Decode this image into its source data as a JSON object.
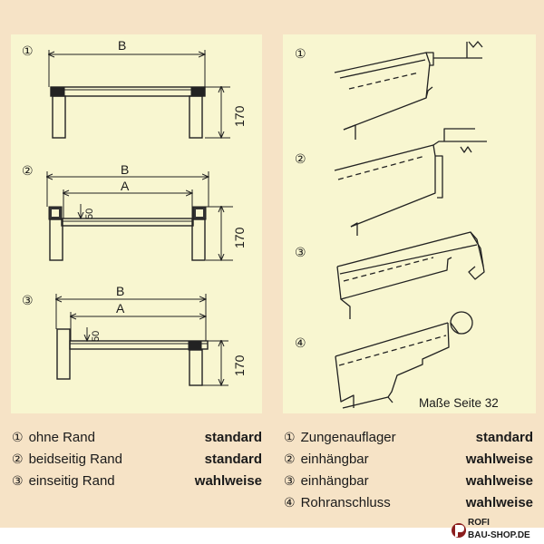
{
  "left_panel": {
    "figures": [
      {
        "number": "①",
        "dim_b": "B",
        "dim_a": "",
        "height": "170",
        "rim": ""
      },
      {
        "number": "②",
        "dim_b": "B",
        "dim_a": "A",
        "height": "170",
        "rim": "50"
      },
      {
        "number": "③",
        "dim_b": "B",
        "dim_a": "A",
        "height": "170",
        "rim": "50"
      }
    ]
  },
  "right_panel": {
    "figures": [
      {
        "number": "①"
      },
      {
        "number": "②"
      },
      {
        "number": "③"
      },
      {
        "number": "④"
      }
    ],
    "footnote": "Maße Seite 32"
  },
  "legend_left": [
    {
      "number": "①",
      "label": "ohne Rand",
      "option": "standard"
    },
    {
      "number": "②",
      "label": "beidseitig Rand",
      "option": "standard"
    },
    {
      "number": "③",
      "label": "einseitig Rand",
      "option": "wahlweise"
    }
  ],
  "legend_right": [
    {
      "number": "①",
      "label": "Zungenauflager",
      "option": "standard"
    },
    {
      "number": "②",
      "label": "einhängbar",
      "option": "wahlweise"
    },
    {
      "number": "③",
      "label": "einhängbar",
      "option": "wahlweise"
    },
    {
      "number": "④",
      "label": "Rohranschluss",
      "option": "wahlweise"
    }
  ],
  "logo": {
    "line1": "ROFI",
    "line2": "BAU-SHOP.DE",
    "color": "#8b1e1e"
  }
}
